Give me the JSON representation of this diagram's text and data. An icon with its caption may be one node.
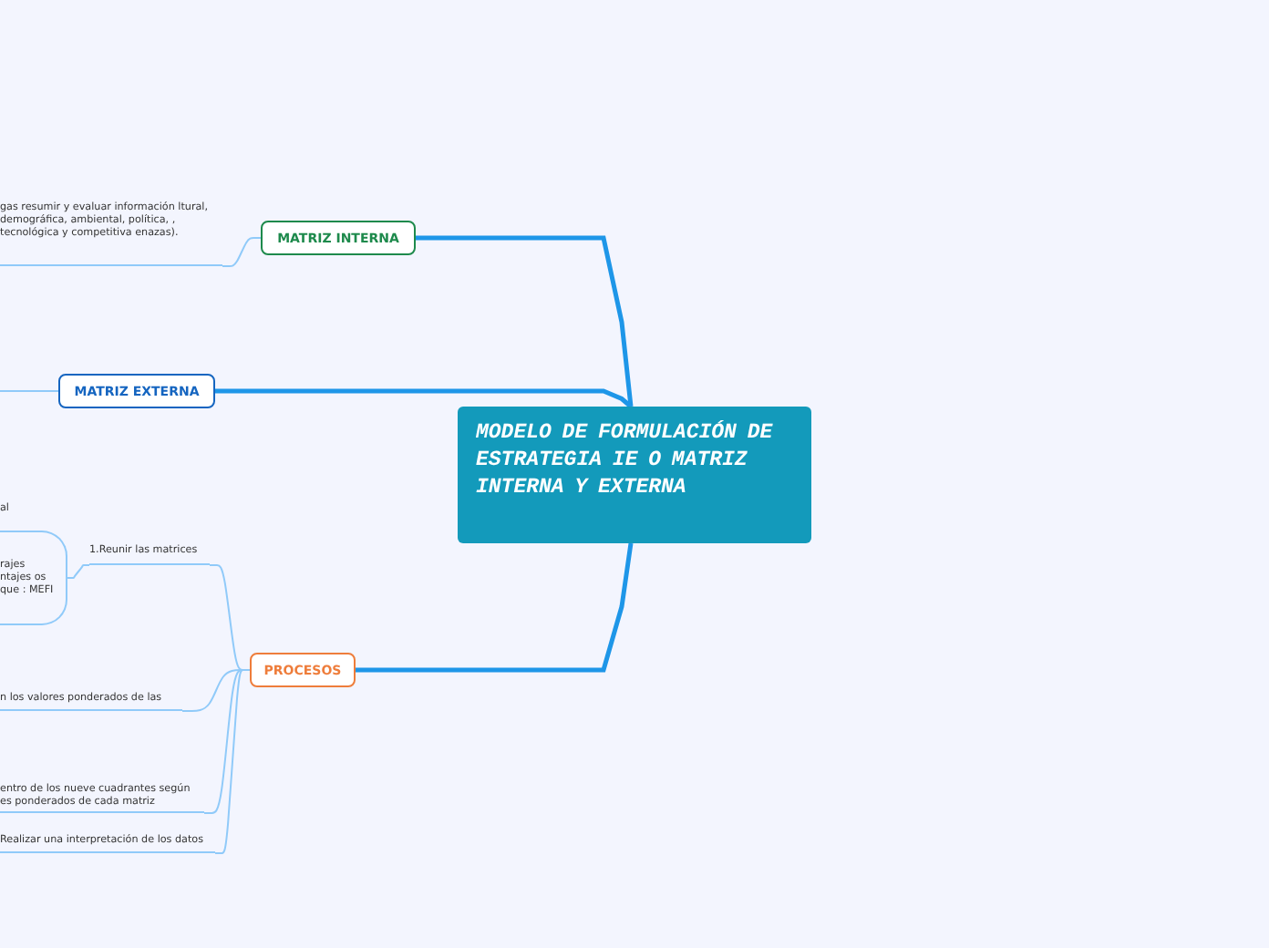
{
  "diagram": {
    "nodes": [
      {
        "text": [
          "MODELO DE FORMULACIÓN DE ESTRATEGIA IE O MATRIZ INTERNA Y EXTERNA"
        ]
      },
      {
        "text": [
          "MATRIZ INTERNA"
        ]
      },
      {
        "text": [
          "gas resumir y evaluar información ltural, demográfica, ambiental, política, , tecnológica y competitiva enazas)."
        ]
      },
      {
        "text": [
          "MATRIZ EXTERNA"
        ]
      },
      {
        "text": [
          "PROCESOS"
        ]
      },
      {
        "text": [
          "1.Reunir las matrices"
        ]
      },
      {
        "text": [
          "rajes ntajes os que : MEFI"
        ]
      },
      {
        "text": [
          "n los valores ponderados de las"
        ]
      },
      {
        "text": [
          "entro de los nueve cuadrantes según es ponderados de cada matriz"
        ]
      },
      {
        "text": [
          "Realizar una interpretación de los datos"
        ]
      }
    ],
    "edges": [
      {
        "from": 0,
        "to": 1,
        "arrow": "none",
        "style": "thick",
        "color": "#1e96e8"
      },
      {
        "from": 0,
        "to": 3,
        "arrow": "none",
        "style": "thick",
        "color": "#1e96e8"
      },
      {
        "from": 0,
        "to": 4,
        "arrow": "none",
        "style": "thick",
        "color": "#1e96e8"
      },
      {
        "from": 1,
        "to": 2,
        "arrow": "none"
      },
      {
        "from": 3,
        "to": null,
        "arrow": "none"
      },
      {
        "from": 4,
        "to": 5,
        "arrow": "none"
      },
      {
        "from": 5,
        "to": 6,
        "arrow": "none"
      },
      {
        "from": 4,
        "to": 7,
        "arrow": "none"
      },
      {
        "from": 4,
        "to": 8,
        "arrow": "none"
      },
      {
        "from": 4,
        "to": 9,
        "arrow": "none"
      }
    ],
    "labels": [
      "al"
    ]
  }
}
